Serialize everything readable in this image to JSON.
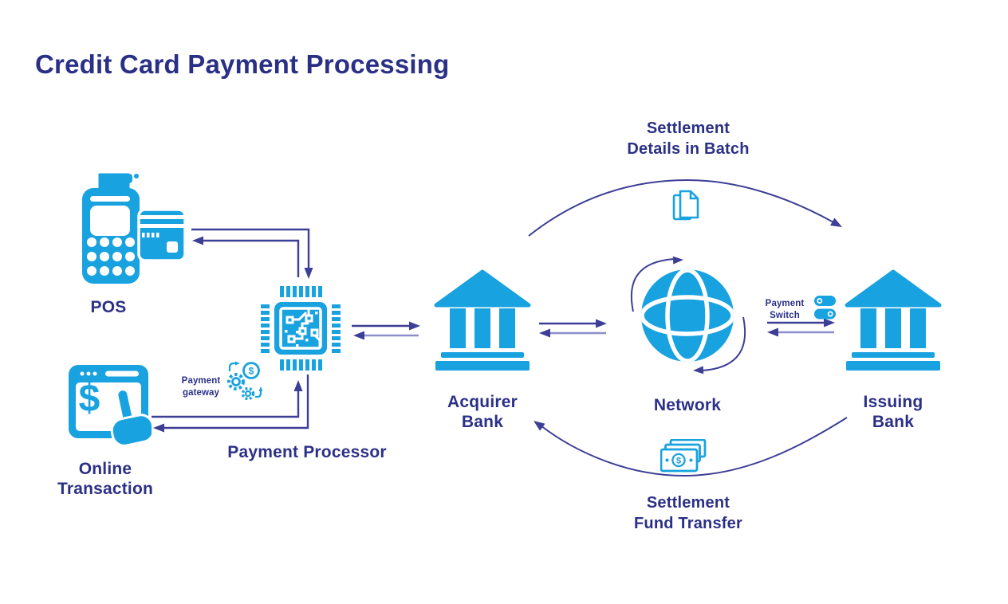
{
  "title": "Credit Card Payment Processing",
  "colors": {
    "accent": "#18A2DF",
    "navy": "#2B3087",
    "arrow": "#3D3F96",
    "arrowlight": "#8B8EC9"
  },
  "nodes": {
    "pos": {
      "label": "POS",
      "icon": "pos-terminal-icon"
    },
    "online_transaction": {
      "label": "Online\nTransaction",
      "icon": "online-browser-icon"
    },
    "payment_processor": {
      "label": "Payment Processor",
      "icon": "processor-chip-icon"
    },
    "acquirer_bank": {
      "label": "Acquirer\nBank",
      "icon": "bank-icon"
    },
    "network": {
      "label": "Network",
      "icon": "globe-icon"
    },
    "issuing_bank": {
      "label": "Issuing\nBank",
      "icon": "bank-icon"
    }
  },
  "annotations": {
    "payment_gateway": {
      "label": "Payment\ngateway",
      "icon": "gears-coin-icon"
    },
    "payment_switch": {
      "label": "Payment\nSwitch",
      "icon": "toggle-switch-icon"
    }
  },
  "flows": {
    "settlement_batch": {
      "label": "Settlement\nDetails in Batch",
      "icon": "batch-documents-icon"
    },
    "settlement_fund": {
      "label": "Settlement\nFund Transfer",
      "icon": "money-bills-icon"
    }
  }
}
